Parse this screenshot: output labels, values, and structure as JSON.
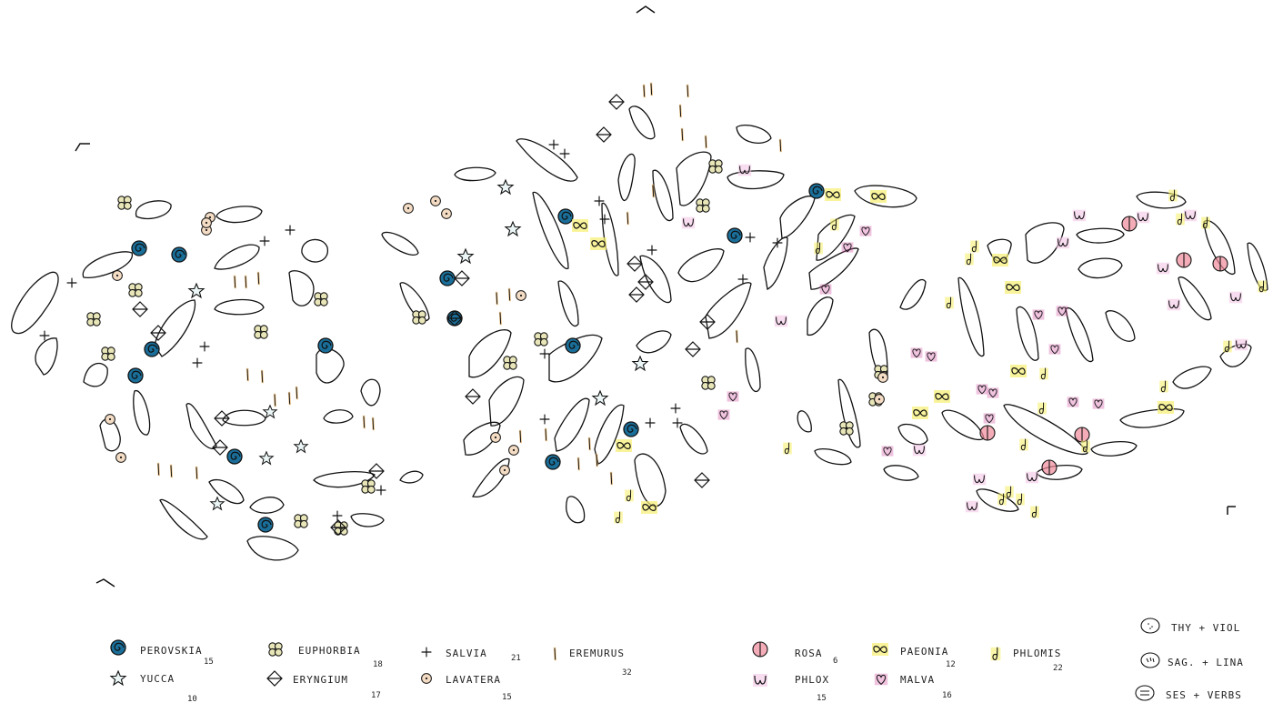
{
  "legend": {
    "items": [
      {
        "key": "perovskia",
        "label": "PEROVSKIA",
        "count": "15",
        "icon": "blue-spiral-circle-icon",
        "color": "#1a6f9a"
      },
      {
        "key": "yucca",
        "label": "YUCCA",
        "count": "10",
        "icon": "star-icon"
      },
      {
        "key": "euphorbia",
        "label": "EUPHORBIA",
        "count": "18",
        "icon": "clover-icon",
        "color": "#e8e6b8"
      },
      {
        "key": "eryngium",
        "label": "ERYNGIUM",
        "count": "17",
        "icon": "diamond-icon"
      },
      {
        "key": "salvia",
        "label": "SALVIA",
        "count": "21",
        "icon": "plus-icon"
      },
      {
        "key": "lavatera",
        "label": "LAVATERA",
        "count": "15",
        "icon": "small-circle-icon",
        "color": "#f4dcc4"
      },
      {
        "key": "eremurus",
        "label": "EREMURUS",
        "count": "32",
        "icon": "spike-icon",
        "color": "#e8b060"
      },
      {
        "key": "rosa",
        "label": "ROSA",
        "count": "6",
        "icon": "pink-split-circle-icon",
        "color": "#f08a9a"
      },
      {
        "key": "phlox",
        "label": "PHLOX",
        "count": "15",
        "icon": "w-icon",
        "color": "#f3c6e6"
      },
      {
        "key": "paeonia",
        "label": "PAEONIA",
        "count": "12",
        "icon": "infinity-icon",
        "color": "#f7f070"
      },
      {
        "key": "malva",
        "label": "MALVA",
        "count": "16",
        "icon": "heart-icon",
        "color": "#d050a0"
      },
      {
        "key": "phlomis",
        "label": "PHLOMIS",
        "count": "22",
        "icon": "hook-icon",
        "color": "#f7f070"
      },
      {
        "key": "thyme",
        "label": "THY + VIOL",
        "icon": "dotted-oval-icon"
      },
      {
        "key": "sage",
        "label": "SAG. + LINA",
        "icon": "dashed-oval-icon"
      },
      {
        "key": "sesleria",
        "label": "SES + VERBS",
        "icon": "lined-oval-icon"
      }
    ]
  }
}
